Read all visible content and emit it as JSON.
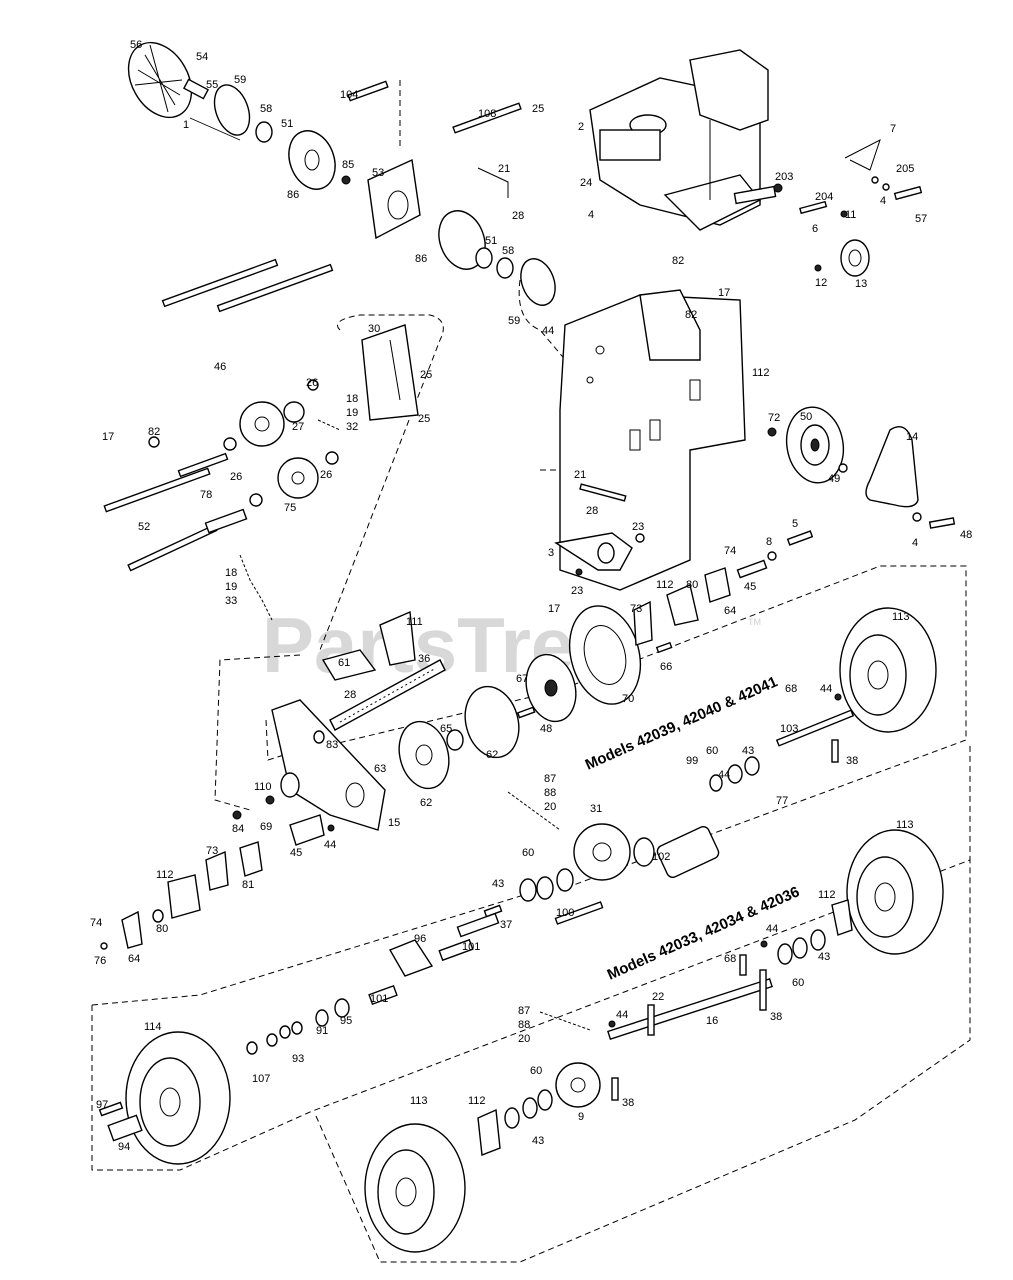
{
  "watermark": "PartsTree",
  "watermark_tm": "TM",
  "model_groups": [
    "Models 42039, 42040 & 42041",
    "Models 42033, 42034 & 42036"
  ],
  "part_labels": [
    {
      "id": "56",
      "text": "56"
    },
    {
      "id": "54",
      "text": "54"
    },
    {
      "id": "55",
      "text": "55"
    },
    {
      "id": "1",
      "text": "1"
    },
    {
      "id": "59a",
      "text": "59"
    },
    {
      "id": "58a",
      "text": "58"
    },
    {
      "id": "51a",
      "text": "51"
    },
    {
      "id": "86a",
      "text": "86"
    },
    {
      "id": "104",
      "text": "104"
    },
    {
      "id": "108",
      "text": "108"
    },
    {
      "id": "25a",
      "text": "25"
    },
    {
      "id": "85",
      "text": "85"
    },
    {
      "id": "53",
      "text": "53"
    },
    {
      "id": "21a",
      "text": "21"
    },
    {
      "id": "28a",
      "text": "28"
    },
    {
      "id": "86b",
      "text": "86"
    },
    {
      "id": "51b",
      "text": "51"
    },
    {
      "id": "58b",
      "text": "58"
    },
    {
      "id": "59b",
      "text": "59"
    },
    {
      "id": "44a",
      "text": "44"
    },
    {
      "id": "2",
      "text": "2"
    },
    {
      "id": "24",
      "text": "24"
    },
    {
      "id": "4a",
      "text": "4"
    },
    {
      "id": "203",
      "text": "203"
    },
    {
      "id": "204",
      "text": "204"
    },
    {
      "id": "6",
      "text": "6"
    },
    {
      "id": "11",
      "text": "11"
    },
    {
      "id": "12",
      "text": "12"
    },
    {
      "id": "13",
      "text": "13"
    },
    {
      "id": "7",
      "text": "7"
    },
    {
      "id": "205",
      "text": "205"
    },
    {
      "id": "4b",
      "text": "4"
    },
    {
      "id": "57",
      "text": "57"
    },
    {
      "id": "82a",
      "text": "82"
    },
    {
      "id": "17a",
      "text": "17"
    },
    {
      "id": "82b",
      "text": "82"
    },
    {
      "id": "30",
      "text": "30"
    },
    {
      "id": "25b",
      "text": "25"
    },
    {
      "id": "25c",
      "text": "25"
    },
    {
      "id": "46",
      "text": "46"
    },
    {
      "id": "26a",
      "text": "26"
    },
    {
      "id": "18a",
      "text": "18"
    },
    {
      "id": "19a",
      "text": "19"
    },
    {
      "id": "32",
      "text": "32"
    },
    {
      "id": "27",
      "text": "27"
    },
    {
      "id": "82c",
      "text": "82"
    },
    {
      "id": "17b",
      "text": "17"
    },
    {
      "id": "26b",
      "text": "26"
    },
    {
      "id": "26c",
      "text": "26"
    },
    {
      "id": "78",
      "text": "78"
    },
    {
      "id": "75",
      "text": "75"
    },
    {
      "id": "52",
      "text": "52"
    },
    {
      "id": "18b",
      "text": "18"
    },
    {
      "id": "19b",
      "text": "19"
    },
    {
      "id": "33",
      "text": "33"
    },
    {
      "id": "112a",
      "text": "112"
    },
    {
      "id": "72",
      "text": "72"
    },
    {
      "id": "50",
      "text": "50"
    },
    {
      "id": "14",
      "text": "14"
    },
    {
      "id": "49",
      "text": "49"
    },
    {
      "id": "4c",
      "text": "4"
    },
    {
      "id": "48a",
      "text": "48"
    },
    {
      "id": "21b",
      "text": "21"
    },
    {
      "id": "28b",
      "text": "28"
    },
    {
      "id": "23a",
      "text": "23"
    },
    {
      "id": "3",
      "text": "3"
    },
    {
      "id": "23b",
      "text": "23"
    },
    {
      "id": "17c",
      "text": "17"
    },
    {
      "id": "5",
      "text": "5"
    },
    {
      "id": "8",
      "text": "8"
    },
    {
      "id": "74a",
      "text": "74"
    },
    {
      "id": "45a",
      "text": "45"
    },
    {
      "id": "112b",
      "text": "112"
    },
    {
      "id": "80a",
      "text": "80"
    },
    {
      "id": "64a",
      "text": "64"
    },
    {
      "id": "73a",
      "text": "73"
    },
    {
      "id": "111",
      "text": "111"
    },
    {
      "id": "61",
      "text": "61"
    },
    {
      "id": "36",
      "text": "36"
    },
    {
      "id": "28c",
      "text": "28"
    },
    {
      "id": "66",
      "text": "66"
    },
    {
      "id": "67",
      "text": "67"
    },
    {
      "id": "70",
      "text": "70"
    },
    {
      "id": "113a",
      "text": "113"
    },
    {
      "id": "68a",
      "text": "68"
    },
    {
      "id": "44b",
      "text": "44"
    },
    {
      "id": "48b",
      "text": "48"
    },
    {
      "id": "65",
      "text": "65"
    },
    {
      "id": "62a",
      "text": "62"
    },
    {
      "id": "62b",
      "text": "62"
    },
    {
      "id": "83",
      "text": "83"
    },
    {
      "id": "103",
      "text": "103"
    },
    {
      "id": "38a",
      "text": "38"
    },
    {
      "id": "60a",
      "text": "60"
    },
    {
      "id": "43a",
      "text": "43"
    },
    {
      "id": "44c",
      "text": "44"
    },
    {
      "id": "77",
      "text": "77"
    },
    {
      "id": "63",
      "text": "63"
    },
    {
      "id": "110",
      "text": "110"
    },
    {
      "id": "84",
      "text": "84"
    },
    {
      "id": "15",
      "text": "15"
    },
    {
      "id": "69",
      "text": "69"
    },
    {
      "id": "45b",
      "text": "45"
    },
    {
      "id": "44d",
      "text": "44"
    },
    {
      "id": "87a",
      "text": "87"
    },
    {
      "id": "88a",
      "text": "88"
    },
    {
      "id": "20a",
      "text": "20"
    },
    {
      "id": "99",
      "text": "99"
    },
    {
      "id": "31",
      "text": "31"
    },
    {
      "id": "102",
      "text": "102"
    },
    {
      "id": "73b",
      "text": "73"
    },
    {
      "id": "112c",
      "text": "112"
    },
    {
      "id": "81",
      "text": "81"
    },
    {
      "id": "60b",
      "text": "60"
    },
    {
      "id": "43b",
      "text": "43"
    },
    {
      "id": "74b",
      "text": "74"
    },
    {
      "id": "80b",
      "text": "80"
    },
    {
      "id": "76",
      "text": "76"
    },
    {
      "id": "64b",
      "text": "64"
    },
    {
      "id": "37",
      "text": "37"
    },
    {
      "id": "100",
      "text": "100"
    },
    {
      "id": "96",
      "text": "96"
    },
    {
      "id": "101a",
      "text": "101"
    },
    {
      "id": "101b",
      "text": "101"
    },
    {
      "id": "113b",
      "text": "113"
    },
    {
      "id": "112d",
      "text": "112"
    },
    {
      "id": "44e",
      "text": "44"
    },
    {
      "id": "43c",
      "text": "43"
    },
    {
      "id": "60c",
      "text": "60"
    },
    {
      "id": "68b",
      "text": "68"
    },
    {
      "id": "114",
      "text": "114"
    },
    {
      "id": "91",
      "text": "91"
    },
    {
      "id": "95",
      "text": "95"
    },
    {
      "id": "93",
      "text": "93"
    },
    {
      "id": "107",
      "text": "107"
    },
    {
      "id": "97",
      "text": "97"
    },
    {
      "id": "94",
      "text": "94"
    },
    {
      "id": "87b",
      "text": "87"
    },
    {
      "id": "88b",
      "text": "88"
    },
    {
      "id": "20b",
      "text": "20"
    },
    {
      "id": "22",
      "text": "22"
    },
    {
      "id": "44f",
      "text": "44"
    },
    {
      "id": "16",
      "text": "16"
    },
    {
      "id": "38b",
      "text": "38"
    },
    {
      "id": "60d",
      "text": "60"
    },
    {
      "id": "9",
      "text": "9"
    },
    {
      "id": "38c",
      "text": "38"
    },
    {
      "id": "113c",
      "text": "113"
    },
    {
      "id": "112e",
      "text": "112"
    },
    {
      "id": "43d",
      "text": "43"
    }
  ]
}
